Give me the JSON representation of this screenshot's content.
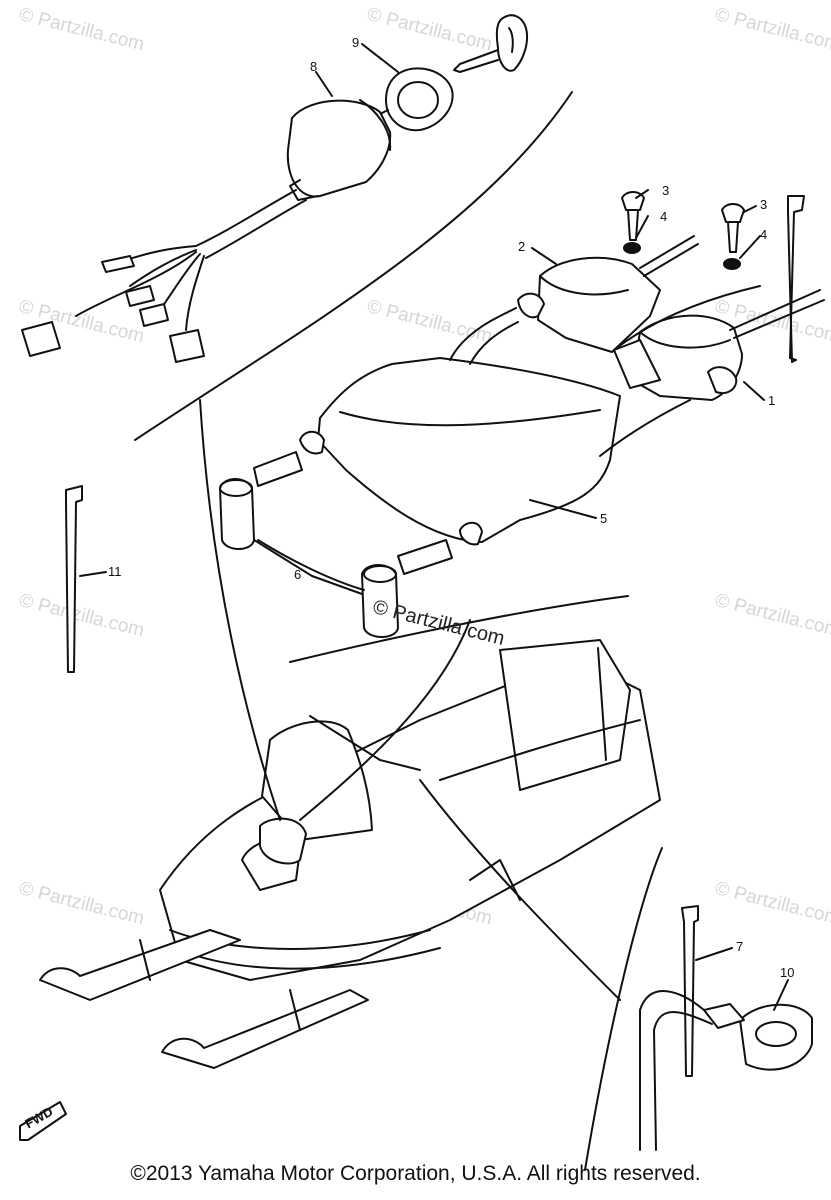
{
  "watermark": {
    "text": "© Partzilla.com",
    "center_text": "© Partzilla.com"
  },
  "callouts": {
    "c1": "1",
    "c2": "2",
    "c3a": "3",
    "c3b": "3",
    "c4a": "4",
    "c4b": "4",
    "c5": "5",
    "c6": "6",
    "c7": "7",
    "c8": "8",
    "c9": "9",
    "c10": "10",
    "c11": "11"
  },
  "fwd_label": "FWD",
  "copyright": "©2013 Yamaha Motor Corporation, U.S.A. All rights reserved."
}
